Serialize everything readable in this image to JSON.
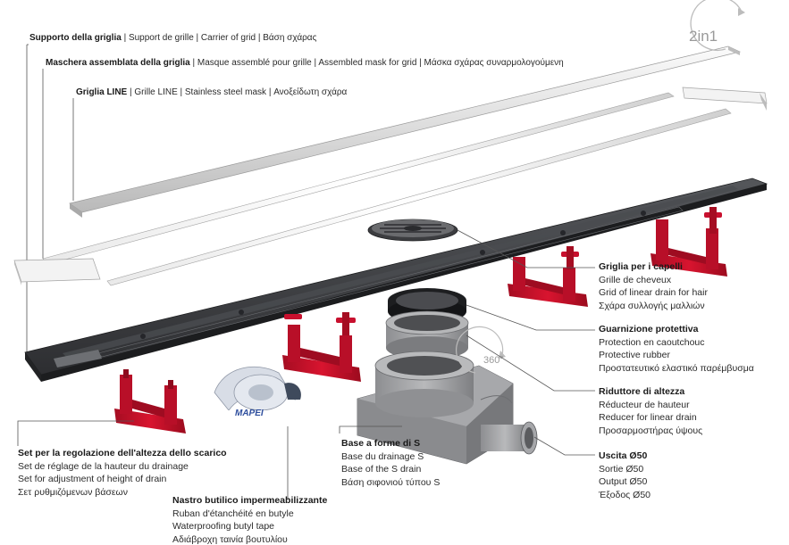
{
  "labels": {
    "support": {
      "main": "Supporto della griglia",
      "rest": " | Support de grille | Carrier of grid | Βάση σχάρας"
    },
    "mask": {
      "main": "Maschera assemblata della griglia",
      "rest": " | Masque assemblé pour grille | Assembled mask for grid | Μάσκα σχάρας συναρμολογούμενη"
    },
    "grill": {
      "main": "Griglia LINE",
      "rest": " | Grille LINE | Stainless steel mask | Ανοξείδωτη σχάρα"
    },
    "hair": {
      "title": "Griglia per i capelli",
      "lines": [
        "Grille de cheveux",
        "Grid of linear drain for hair",
        "Σχάρα συλλογής μαλλιών"
      ]
    },
    "gasket": {
      "title": "Guarnizione protettiva",
      "lines": [
        "Protection en caoutchouc",
        "Protective rubber",
        "Προστατευτικό ελαστικό παρέμβυσμα"
      ]
    },
    "reducer": {
      "title": "Riduttore di altezza",
      "lines": [
        "Réducteur de hauteur",
        "Reducer for linear drain",
        "Προσαρμοστήρας ύψους"
      ]
    },
    "outlet": {
      "title": "Uscita Ø50",
      "lines": [
        "Sortie Ø50",
        "Output Ø50",
        "Έξοδος Ø50"
      ]
    },
    "sbase": {
      "title": "Base a forme di S",
      "lines": [
        "Base du drainage S",
        "Base of the S drain",
        "Βάση σιφονιού τύπου S"
      ]
    },
    "tape": {
      "title": "Nastro butilico impermeabilizzante",
      "lines": [
        "Ruban d'étanchéité en butyle",
        "Waterproofing butyl tape",
        "Αδιάβροχη ταινία βουτυλίου"
      ]
    },
    "feet": {
      "title": "Set per la regolazione dell'altezza dello scarico",
      "lines": [
        "Set de réglage de la hauteur du drainage",
        "Set for adjustment of height of drain",
        "Σετ ρυθμιζόμενων βάσεων"
      ]
    }
  },
  "badges": {
    "two_in_one": "2in1",
    "rotation": "360°",
    "brand": "MAPEI"
  },
  "colors": {
    "text": "#2b2b2b",
    "leader": "#444444",
    "body": "#3a3b3e",
    "steel": "#d6d6d6",
    "red": "#c8102e"
  }
}
